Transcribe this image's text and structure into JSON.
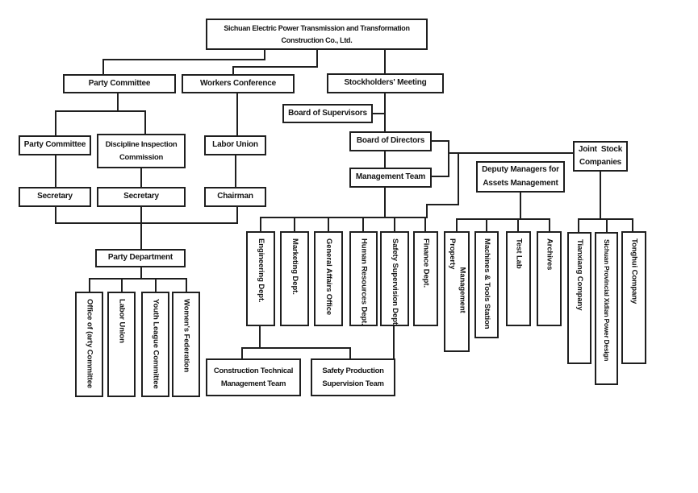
{
  "diagram_title": "Sichuan Electric Power Transmission and Transformation Construction Co., Ltd. organization chart",
  "colors": {
    "line": "#1f1f1f",
    "background": "#ffffff",
    "text": "#141414"
  },
  "nodes": {
    "root": {
      "label": "Sichuan Electric Power Transmission and Transformation\nConstruction Co., Ltd."
    },
    "party_committee": {
      "label": "Party Committee"
    },
    "workers_conference": {
      "label": "Workers Conference"
    },
    "stockholders_meeting": {
      "label": "Stockholders' Meeting"
    },
    "board_of_supervisors": {
      "label": "Board of Supervisors"
    },
    "party_committee_sub": {
      "label": "Party Committee"
    },
    "discipline_inspection": {
      "label": "Discipline Inspection\nCommission"
    },
    "labor_union": {
      "label": "Labor Union"
    },
    "board_of_directors": {
      "label": "Board of Directors"
    },
    "secretary_1": {
      "label": "Secretary"
    },
    "secretary_2": {
      "label": "Secretary"
    },
    "chairman": {
      "label": "Chairman"
    },
    "management_team": {
      "label": "Management Team"
    },
    "deputy_managers": {
      "label": "Deputy Managers for\nAssets Management"
    },
    "joint_stock": {
      "label": "Joint  Stock\nCompanies"
    },
    "party_department": {
      "label": "Party Department"
    },
    "office_party_committee": {
      "label": "Office of (arty Committee"
    },
    "labor_union_v": {
      "label": "Labor Union"
    },
    "youth_league": {
      "label": "Youth League Committee"
    },
    "womens_federation": {
      "label": "Women's Federation"
    },
    "engineering": {
      "label": "Engineering Dept."
    },
    "marketing": {
      "label": "Marketing Dept."
    },
    "general_affairs": {
      "label": "General Affairs Office"
    },
    "human_resources": {
      "label": "Human Resources Dept."
    },
    "safety_supervision": {
      "label": "Safety Supervision Dept."
    },
    "finance": {
      "label": "Finance Dept."
    },
    "property_management": {
      "label": "Property\n              Management"
    },
    "machines_tools": {
      "label": "Machines & Tools Station"
    },
    "test_lab": {
      "label": "Test Lab"
    },
    "archives": {
      "label": "Archives"
    },
    "tianxiang": {
      "label": "Tianxiang Company"
    },
    "sichuan_xidian": {
      "label": "Sichuan Provincial Xidian Power Design"
    },
    "tonghui": {
      "label": "Tonghui Company"
    },
    "construction_team": {
      "label": "Construction Technical\nManagement Team"
    },
    "safety_team": {
      "label": "Safety Production\nSupervision Team"
    }
  }
}
